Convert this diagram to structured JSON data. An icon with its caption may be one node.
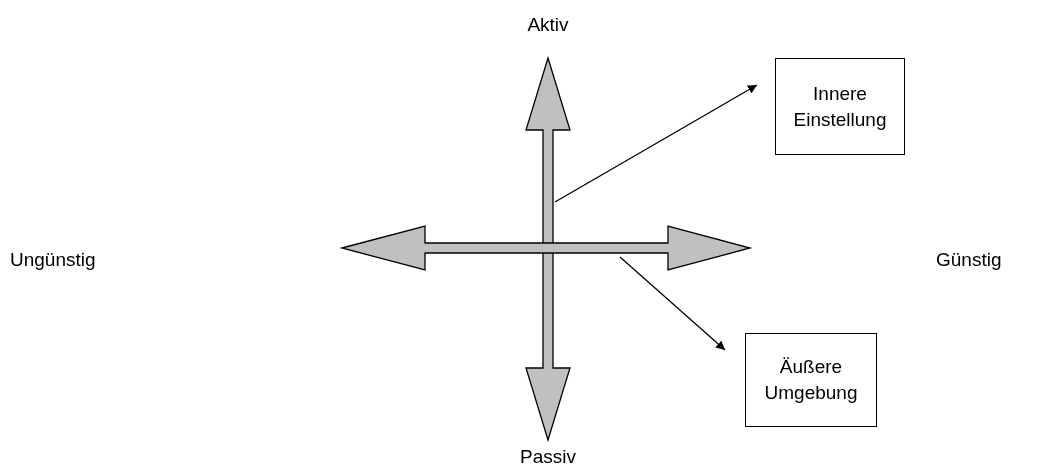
{
  "diagram": {
    "nodes": [
      {
        "text": [
          "Innere Einstellung"
        ]
      },
      {
        "text": [
          "Äußere Umgebung"
        ]
      }
    ],
    "edges": [
      {
        "from": null,
        "to": 0,
        "arrow": "to"
      },
      {
        "from": null,
        "to": 1,
        "arrow": "to"
      }
    ],
    "labels": [
      "Aktiv",
      "Ungünstig",
      "Günstig",
      "Passiv"
    ]
  }
}
